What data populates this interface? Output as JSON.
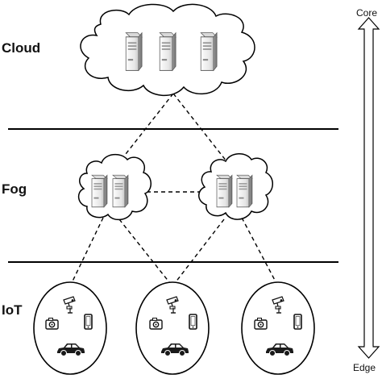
{
  "layers": {
    "cloud_label": "Cloud",
    "fog_label": "Fog",
    "iot_label": "IoT"
  },
  "axis": {
    "top_label": "Core",
    "bottom_label": "Edge"
  },
  "icons": {
    "server": "server-icon",
    "camera": "camera-icon",
    "security_camera": "security-camera-icon",
    "phone": "phone-icon",
    "car": "car-icon"
  },
  "colors": {
    "line": "#000000",
    "server_light": "#f2f2f2",
    "server_dark": "#8a8a8a",
    "car": "#1a1a1a"
  }
}
